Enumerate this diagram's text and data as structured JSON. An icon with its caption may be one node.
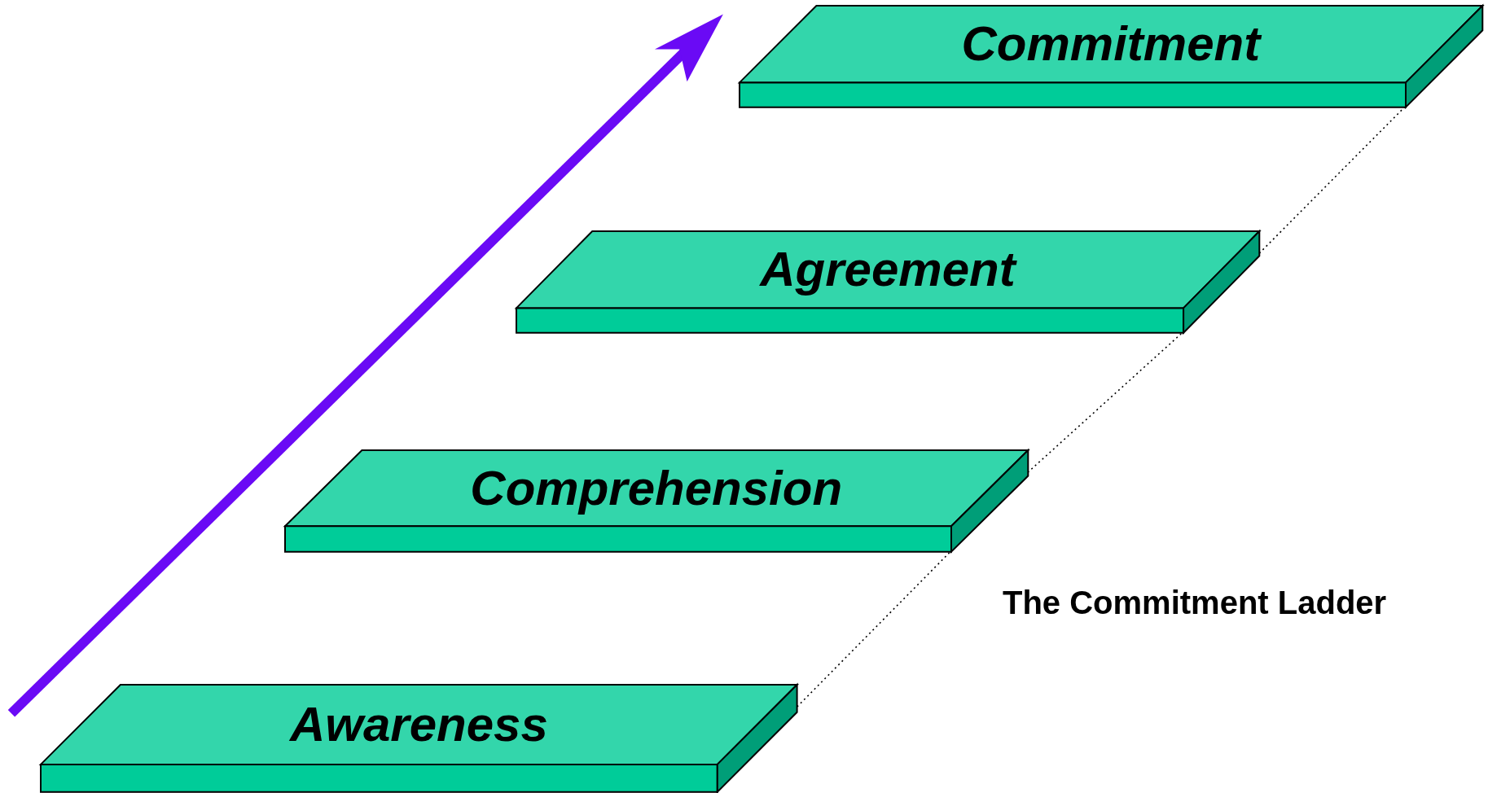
{
  "diagram": {
    "title": "The Commitment Ladder",
    "nodes": [
      {
        "text": [
          "Awareness"
        ]
      },
      {
        "text": [
          "Comprehension"
        ]
      },
      {
        "text": [
          "Agreement"
        ]
      },
      {
        "text": [
          "Commitment"
        ]
      }
    ],
    "edges": [
      {
        "from": 0,
        "to": 1,
        "arrow": "none",
        "style": "dashed"
      },
      {
        "from": 1,
        "to": 2,
        "arrow": "none",
        "style": "dashed"
      },
      {
        "from": 2,
        "to": 3,
        "arrow": "none",
        "style": "dashed"
      }
    ]
  }
}
